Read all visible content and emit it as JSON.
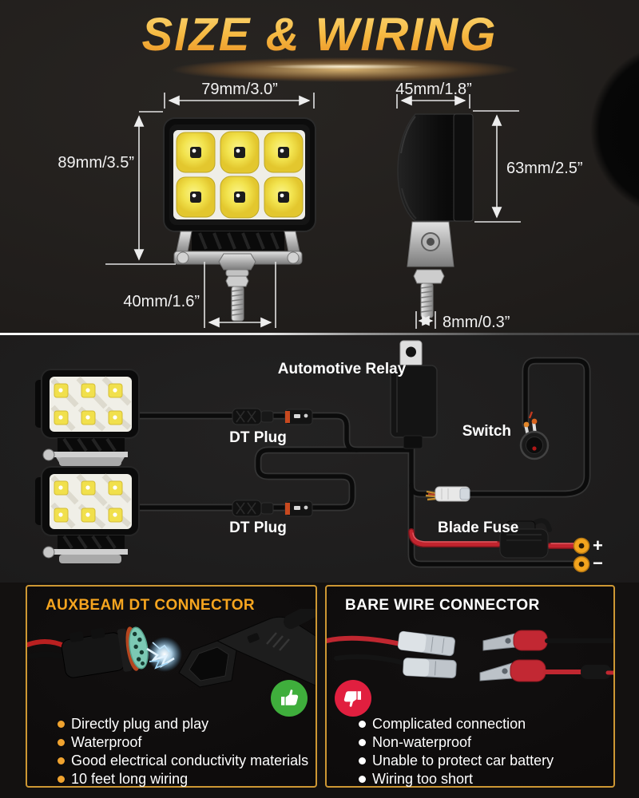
{
  "title": "SIZE & WIRING",
  "size": {
    "front": {
      "width": "79mm/3.0”",
      "height": "89mm/3.5”",
      "bracket": "40mm/1.6”"
    },
    "side": {
      "depth": "45mm/1.8”",
      "height": "63mm/2.5”",
      "bolt": "8mm/0.3”"
    }
  },
  "wiring": {
    "relay_label": "Automotive Relay",
    "dt_plug_label_1": "DT Plug",
    "dt_plug_label_2": "DT Plug",
    "switch_label": "Switch",
    "fuse_label": "Blade Fuse",
    "positive": "+",
    "negative": "−"
  },
  "comparison": {
    "left": {
      "title": "AUXBEAM DT CONNECTOR",
      "verdict": "thumbs-up",
      "bullets": [
        "Directly plug and play",
        "Waterproof",
        "Good electrical conductivity materials",
        "10 feet long wiring"
      ]
    },
    "right": {
      "title": "BARE WIRE CONNECTOR",
      "verdict": "thumbs-down",
      "bullets": [
        "Complicated connection",
        "Non-waterproof",
        "Unable to protect car battery",
        "Wiring too short"
      ]
    }
  },
  "colors": {
    "accent_orange": "#f5a623",
    "border_gold": "#cd9733",
    "positive_green": "#3fae3c",
    "negative_red": "#e11f3f",
    "wire_red": "#c2242e",
    "title_gradient_top": "#fad878",
    "title_gradient_bottom": "#e98d20"
  }
}
